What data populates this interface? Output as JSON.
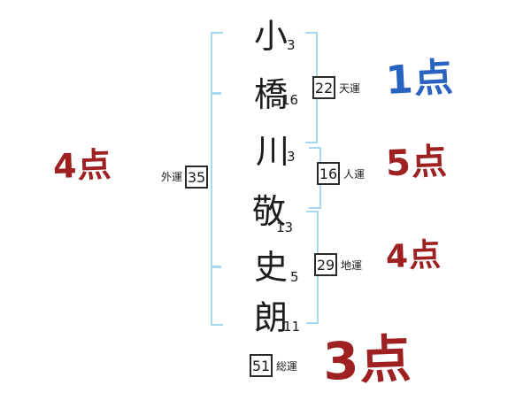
{
  "name_chars": [
    {
      "char": "小",
      "strokes": "3"
    },
    {
      "char": "橋",
      "strokes": "16"
    },
    {
      "char": "川",
      "strokes": "3"
    },
    {
      "char": "敬",
      "strokes": "13"
    },
    {
      "char": "史",
      "strokes": "5"
    },
    {
      "char": "朗",
      "strokes": "11"
    }
  ],
  "fortunes": {
    "gaiun": {
      "label": "外運",
      "value": "35"
    },
    "tenun": {
      "label": "天運",
      "value": "22"
    },
    "jinun": {
      "label": "人運",
      "value": "16"
    },
    "chiun": {
      "label": "地運",
      "value": "29"
    },
    "souun": {
      "label": "総運",
      "value": "51"
    }
  },
  "scores": {
    "gaiun": "4点",
    "tenun": "1点",
    "jinun": "5点",
    "chiun": "4点",
    "souun": "3点"
  },
  "colors": {
    "bracket_blue": "#a6d9ef",
    "score_red": "#9e2020",
    "score_blue": "#2a62c2",
    "ink": "#1d1d1d"
  }
}
